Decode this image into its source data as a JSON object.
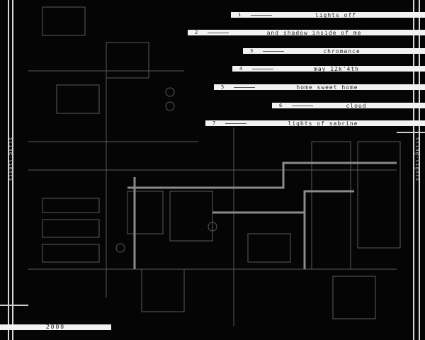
{
  "tracks": [
    {
      "num": "1",
      "title": "lights off"
    },
    {
      "num": "2",
      "title": "and shadow inside of me"
    },
    {
      "num": "3",
      "title": "chromance"
    },
    {
      "num": "4",
      "title": "may 12k'4th"
    },
    {
      "num": "5",
      "title": "home sweet home"
    },
    {
      "num": "6",
      "title": "cloud"
    },
    {
      "num": "7",
      "title": "lights of sabrine"
    }
  ],
  "year": "2000",
  "side_left": "sting-lights",
  "side_right": "sting-lights"
}
